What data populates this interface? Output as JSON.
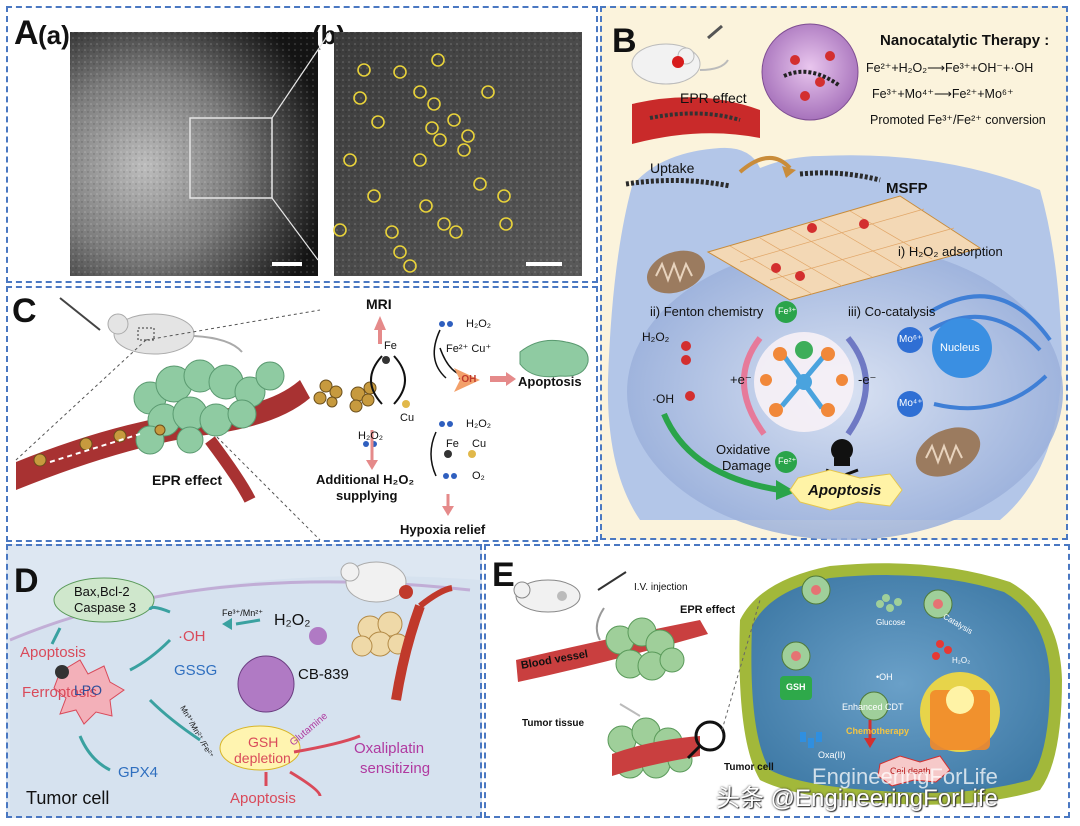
{
  "panelA": {
    "letter": "A",
    "sub_a": "(a)",
    "sub_b": "(b)"
  },
  "panelB": {
    "letter": "B",
    "title": "Nanocatalytic Therapy :",
    "eq1": "Fe²⁺+H₂O₂⟶Fe³⁺+OH⁻+·OH",
    "eq2": "Fe³⁺+Mo⁴⁺⟶Fe²⁺+Mo⁶⁺",
    "eq3": "Promoted Fe³⁺/Fe²⁺ conversion",
    "epr": "EPR effect",
    "uptake": "Uptake",
    "msfp": "MSFP",
    "h2o2_ads": "i) H₂O₂ adsorption",
    "fenton": "ii) Fenton chemistry",
    "cocat": "iii) Co-catalysis",
    "nucleus": "Nucleus",
    "h2o2": "H₂O₂",
    "oh": "·OH",
    "plus_e": "+e⁻",
    "minus_e": "-e⁻",
    "fe3": "Fe³⁺",
    "fe2": "Fe²⁺",
    "mo6": "Mo⁶⁺",
    "mo4": "Mo⁴⁺",
    "oxidative": "Oxidative",
    "damage": "Damage",
    "apoptosis": "Apoptosis"
  },
  "panelC": {
    "letter": "C",
    "epr": "EPR effect",
    "mri": "MRI",
    "fe": "Fe",
    "cu": "Cu",
    "h2o2_top": "H₂O₂",
    "fe2cu": "Fe²⁺ Cu⁺",
    "oh": "·OH",
    "apoptosis": "Apoptosis",
    "h2o2_left": "H₂O₂",
    "additional": "Additional H₂O₂",
    "supplying": "supplying",
    "h2o2_mid": "H₂O₂",
    "fe_mid": "Fe",
    "cu_mid": "Cu",
    "o2": "O₂",
    "hypoxia": "Hypoxia relief"
  },
  "panelD": {
    "letter": "D",
    "bax": "Bax,Bcl-2",
    "caspase": "Caspase 3",
    "apoptosis1": "Apoptosis",
    "ferroptosis": "Ferroptosis",
    "lpo": "LPO",
    "oh": "·OH",
    "fe_mn": "Fe³⁺/Mn²⁺",
    "h2o2": "H₂O₂",
    "gssg": "GSSG",
    "cb839": "CB-839",
    "mn_fe": "Mn³⁺/Mn²⁺ /Fe²⁺",
    "glutamine": "Glutamine",
    "gsh1": "GSH",
    "gsh2": "depletion",
    "oxali1": "Oxaliplatin",
    "oxali2": "sensitizing",
    "gpx4": "GPX4",
    "apoptosis2": "Apoptosis",
    "tumor": "Tumor cell"
  },
  "panelE": {
    "letter": "E",
    "iv": "I.V. injection",
    "epr": "EPR effect",
    "vessel": "Blood vessel",
    "tissue": "Tumor tissue",
    "tumor_cell": "Tumor cell",
    "glucose": "Glucose",
    "catalysis": "Catalysis",
    "h2o2": "H₂O₂",
    "gsh": "GSH",
    "oh": "•OH",
    "cdt": "Enhanced CDT",
    "oxa": "Oxa(II)",
    "chemo": "Chemotherapy",
    "death": "Cell death"
  },
  "watermark": {
    "text": "EngineeringForLife",
    "full": "头条 @EngineeringForLife"
  }
}
